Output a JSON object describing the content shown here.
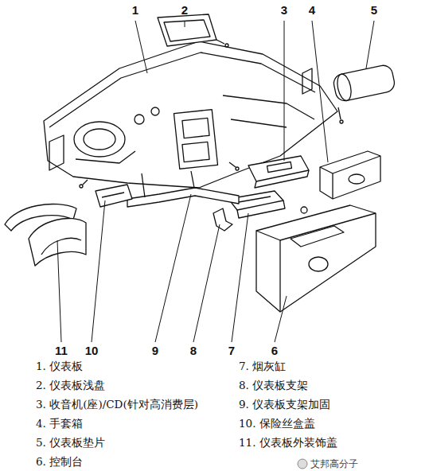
{
  "diagram": {
    "labels": [
      "1",
      "2",
      "3",
      "4",
      "5",
      "11",
      "10",
      "9",
      "8",
      "7",
      "6",
      "1. 仪表板",
      "7. 烟灰缸",
      "2. 仪表板浅盘",
      "8. 仪表板支架",
      "3. 收音机(座)/CD(针对高消费层)",
      "9. 仪表板支架加固",
      "4. 手套箱",
      "10. 保险丝盒盖",
      "5. 仪表板垫片",
      "11. 仪表板外装饰盖",
      "6. 控制台",
      "艾邦高分子"
    ]
  }
}
